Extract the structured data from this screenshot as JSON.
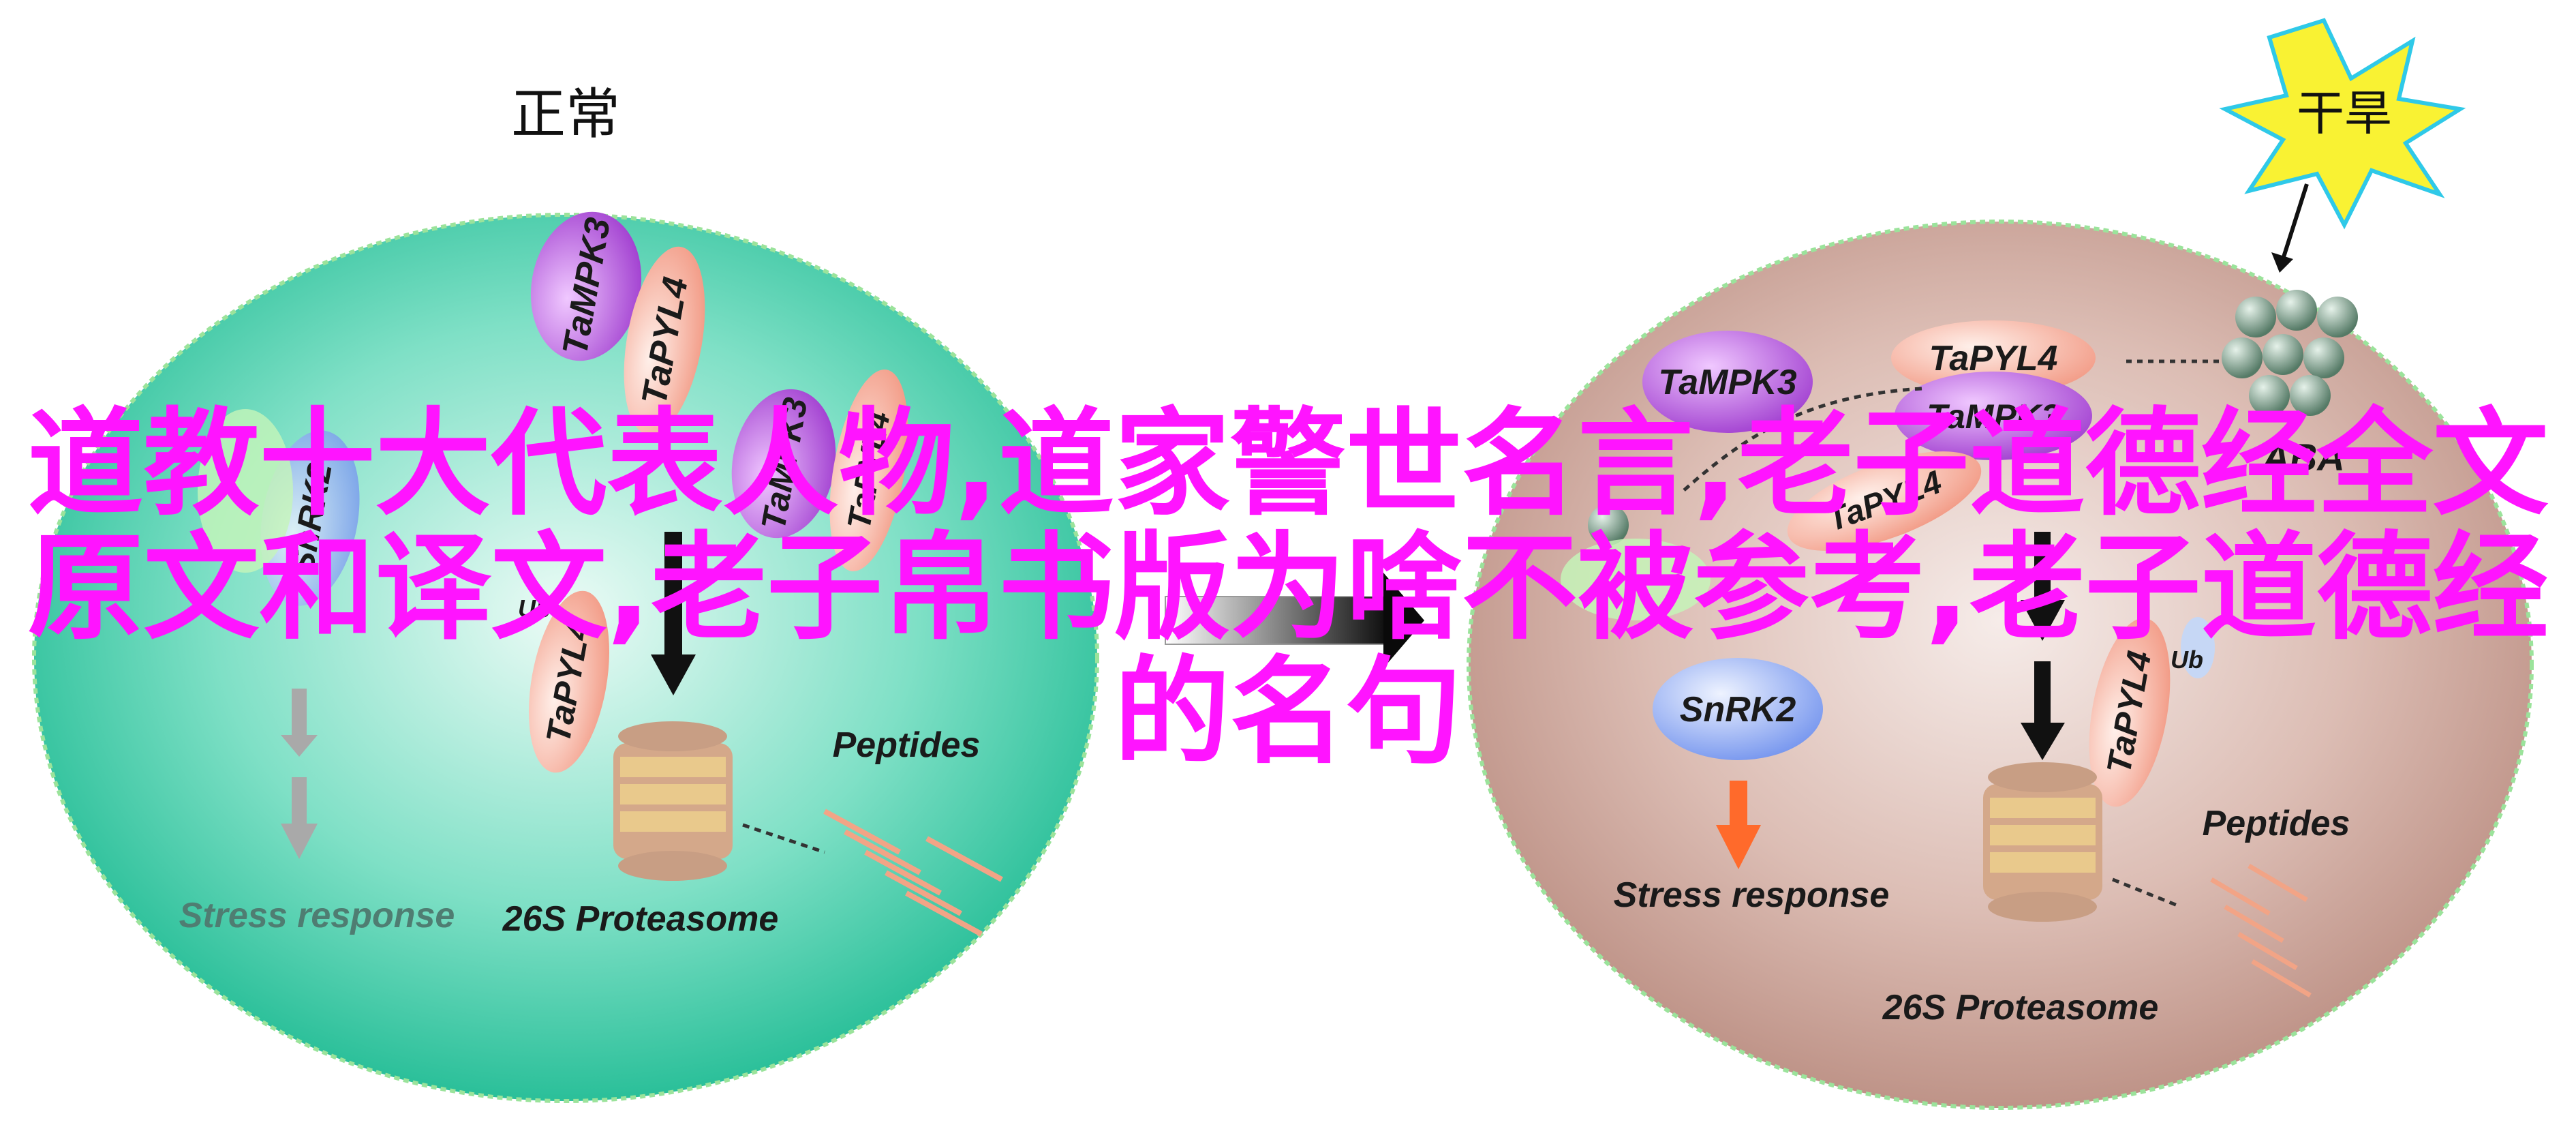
{
  "left_panel": {
    "title": "正常",
    "proteins": [
      "TaMPK3",
      "TaPYL4",
      "TaMPK3",
      "TaPYL4",
      "TaPYL4"
    ],
    "snrk_label": "SnRK2",
    "ub_label": "Ub",
    "peptides": "Peptides",
    "stress": "Stress response",
    "proteasome": "26S Proteasome"
  },
  "right_panel": {
    "burst_label": "干旱",
    "proteins": [
      "TaMPK3",
      "TaPYL4",
      "TaMPK3",
      "TaPYL4",
      "TaPYL4"
    ],
    "aba_label": "ABA",
    "snrk_label": "SnRK2",
    "ub_label": "Ub",
    "peptides": "Peptides",
    "stress": "Stress response",
    "proteasome": "26S Proteasome"
  },
  "overlay_title": "道教十大代表人物,道家警世名言,老子道德经全文原文和译文,老子帛书版为啥不被参考,老子道德经的名句",
  "colors": {
    "left_bg": "#3ec9a7",
    "right_bg": "#c9a59b",
    "overlay_text": "#ff14ff",
    "mpk": "#b64fd6",
    "pyl": "#f4a898",
    "snrk": "#7f9ef0",
    "stress_arrow_right": "#ff6a2b"
  }
}
